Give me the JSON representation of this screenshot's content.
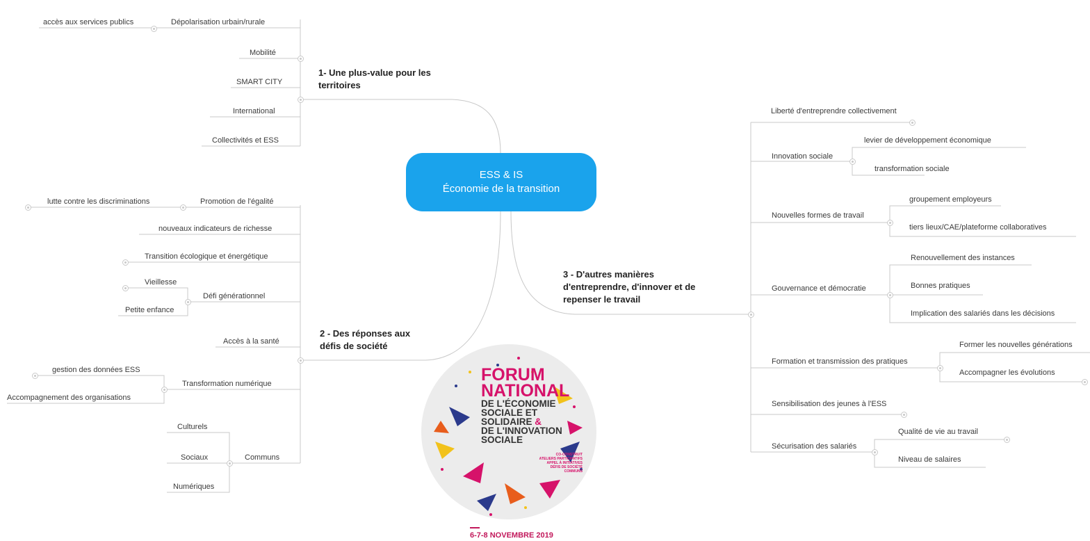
{
  "center": {
    "line1": "ESS & IS",
    "line2": "Économie de la transition"
  },
  "branches": {
    "b1": {
      "line1": "1- Une plus-value pour les",
      "line2": "territoires"
    },
    "b2": {
      "line1": "2 - Des réponses aux",
      "line2": "défis de société"
    },
    "b3": {
      "line1": "3 - D'autres manières",
      "line2": "d'entreprendre, d'innover et de",
      "line3": "repenser le travail"
    }
  },
  "left_top": {
    "acces_services": "accès aux services publics",
    "depolarisation": "Dépolarisation  urbain/rurale",
    "mobilite": "Mobilité",
    "smart_city": "SMART CITY",
    "international": "International",
    "collectivites": "Collectivités et ESS"
  },
  "left_bottom": {
    "lutte": "lutte contre les discriminations",
    "promotion": "Promotion de l'égalité",
    "indicateurs": "nouveaux indicateurs de richesse",
    "transition": "Transition écologique et énergétique",
    "vieillesse": "Vieillesse",
    "defi": "Défi générationnel",
    "petite_enfance": "Petite enfance",
    "sante": "Accès à la santé",
    "gestion_donnees": "gestion des données ESS",
    "transformation_num": "Transformation numérique",
    "accompagnement_org": "Accompagnement des organisations",
    "culturels": "Culturels",
    "sociaux": "Sociaux",
    "communs": "Communs",
    "numeriques": "Numériques"
  },
  "right": {
    "liberte": "Liberté d'entreprendre collectivement",
    "innovation_sociale": "Innovation sociale",
    "levier": "levier de développement économique",
    "transformation_sociale": "transformation sociale",
    "nouvelles_formes": "Nouvelles formes de travail",
    "groupement": "groupement employeurs",
    "tiers_lieux": "tiers lieux/CAE/plateforme collaboratives",
    "gouvernance": "Gouvernance et démocratie",
    "renouvellement": "Renouvellement des instances",
    "bonnes_pratiques": "Bonnes pratiques",
    "implication": "Implication des salariés dans les décisions",
    "formation": "Formation et transmission des pratiques",
    "former": "Former les nouvelles générations",
    "accompagner": "Accompagner les évolutions",
    "sensibilisation": "Sensibilisation des jeunes à l'ESS",
    "securisation": "Sécurisation des salariés",
    "qualite": "Qualité de vie au travail",
    "niveau": "Niveau de salaires"
  },
  "logo": {
    "forum": "FORUM",
    "national": "NATIONAL",
    "de_l_economie": "DE L'ÉCONOMIE",
    "sociale_et": "SOCIALE ET",
    "solidaire": "SOLIDAIRE",
    "amp": "&",
    "de_l_innovation": "DE L'INNOVATION",
    "sociale": "SOCIALE",
    "tagline1": "CO-CONSTRUIT",
    "tagline2": "ATELIERS PARTICIPATIFS",
    "tagline3": "APPEL À INITIATIVES",
    "tagline4": "DÉFIS DE SOCIÉTÉ",
    "tagline5": "COMMUNS",
    "date": "6-7-8 NOVEMBRE 2019"
  },
  "colors": {
    "center_bg": "#1aa3ec",
    "line": "#c8c8c8",
    "forum_pink": "#d6126a",
    "logo_bg": "#ececec"
  }
}
